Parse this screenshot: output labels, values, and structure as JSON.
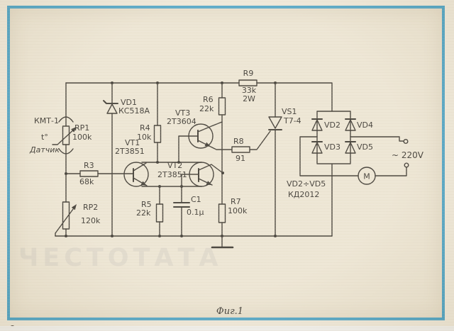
{
  "figure": {
    "caption": "Фиг.1",
    "watermark": "ЧЕСТОТАТА"
  },
  "colors": {
    "frame_accent": "#4EA3C4",
    "paper": "#ECE4D1",
    "ink": "#3A352D"
  },
  "sensor": {
    "type": "КМТ-1",
    "temp": "t°",
    "name": "Датчик"
  },
  "components": {
    "rp1": {
      "ref": "RP1",
      "value": "100k"
    },
    "r3": {
      "ref": "R3",
      "value": "68k"
    },
    "rp2": {
      "ref": "RP2",
      "value": "120k"
    },
    "vd1": {
      "ref": "VD1",
      "value": "КС518А"
    },
    "r4": {
      "ref": "R4",
      "value": "10k"
    },
    "vt1": {
      "ref": "VT1",
      "value": "2Т3851"
    },
    "vt2": {
      "ref": "VT2",
      "value": "2Т3851"
    },
    "vt3": {
      "ref": "VT3",
      "value": "2Т3604"
    },
    "r5": {
      "ref": "R5",
      "value": "22k"
    },
    "c1": {
      "ref": "C1",
      "value": "0.1µ"
    },
    "r6": {
      "ref": "R6",
      "value": "22k"
    },
    "r7": {
      "ref": "R7",
      "value": "100k"
    },
    "r8": {
      "ref": "R8",
      "value": "91"
    },
    "r9": {
      "ref": "R9",
      "value": "33k",
      "power": "2W"
    },
    "vs1": {
      "ref": "VS1",
      "value": "Т7-4"
    },
    "vd2": {
      "ref": "VD2"
    },
    "vd3": {
      "ref": "VD3"
    },
    "vd4": {
      "ref": "VD4"
    },
    "vd5": {
      "ref": "VD5"
    },
    "bridge_note": {
      "range": "VD2÷VD5",
      "type": "КД2012"
    },
    "motor": {
      "label": "M"
    },
    "mains": {
      "label": "~ 220V"
    }
  }
}
